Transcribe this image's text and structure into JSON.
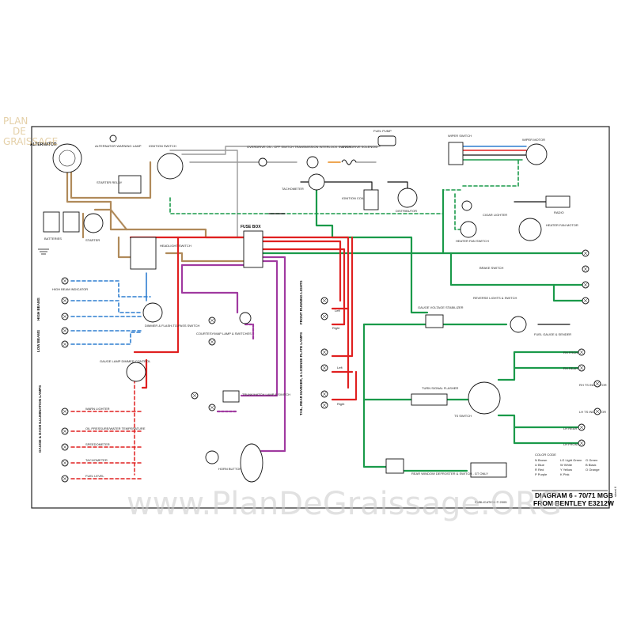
{
  "watermark": {
    "logo_line1": "PLAN",
    "logo_line2": "DE",
    "logo_line3": "GRAISSAGE",
    "center_text": "www.PlanDeGraissage.ORG"
  },
  "title_block": {
    "line1": "DIAGRAM 6 - 70/71 MGB",
    "line2": "FROM BENTLEY E3212W",
    "sheet": "sheet 6",
    "publisher": "PUBLICATION © 2005"
  },
  "components": {
    "alternator": "ALTERNATOR",
    "alt_warning": "ALTERNATOR WARNING LAMP",
    "ignition": "IGNITION SWITCH",
    "starter_relay": "STARTER RELAY",
    "starter": "STARTER",
    "batteries": "BATTERIES",
    "fuel_pump": "FUEL PUMP",
    "overdrive_switch": "OVERDRIVE ON - OFF SWITCH",
    "transmission_switch": "TRANSMISSION INTERLOCK SWITCH",
    "overdrive_solenoid": "OVERDRIVE SOLENOID",
    "tachometer": "TACHOMETER",
    "ignition_coil": "IGNITION COIL",
    "distributor": "DISTRIBUTOR",
    "wiper_switch": "WIPER SWITCH",
    "wiper_motor": "WIPER MOTOR",
    "radio": "RADIO",
    "cigar_lighter": "CIGAR LIGHTER",
    "heater_fan_switch": "HEATER FAN SWITCH",
    "heater_fan_motor": "HEATER FAN MOTOR",
    "fuse_box": "FUSE BOX",
    "headlight_switch": "HEADLIGHT SWITCH",
    "high_beam_indicator": "HIGH BEAM INDICATOR",
    "high_beams": "HIGH BEAMS",
    "low_beams": "LOW BEAMS",
    "dimmer": "DIMMER & FLASH-TO-PASS SWITCH",
    "gauge_dimmer": "GAUGE LAMP DIMMER CONTROL",
    "courtesy": "COURTESY/MAP LAMP & SWITCHES",
    "front_running": "FRONT RUNNING LIGHTS",
    "left": "Left",
    "right": "Right",
    "tail_rear": "TAIL, REAR MARKER, & LICENSE PLATE LAMPS",
    "trunk": "TRUNK/HATCH LAMP & SWITCH",
    "horn_button": "HORN BUTTON",
    "gauge_dash": "GAUGE & DASH ILLUMINATION LAMPS",
    "gauge_stabilizer": "GAUGE VOLTAGE STABILIZER",
    "brake_switch": "BRAKE SWITCH",
    "reverse_lights": "REVERSE LIGHTS & SWITCH",
    "fuel_gauge": "FUEL GAUGE & SENDER",
    "turn_flasher": "TURN SIGNAL FLASHER",
    "ts_switch": "TS SWITCH",
    "rh_front": "RH FRONT",
    "rh_rear": "RH REAR",
    "rh_ts": "RH TS INDICATOR",
    "lh_ts": "LH TS INDICATOR",
    "lh_rear": "LH REAR",
    "lh_front": "LH FRONT",
    "rear_defroster": "REAR WINDOW DEFROSTER & SWITCH - GT ONLY"
  },
  "gauge_lamps": [
    "WARN LIGHTER",
    "OIL PRESSURE/WATER TEMPERATURE",
    "SPEEDOMETER",
    "TACHOMETER",
    "FUEL LEVEL"
  ],
  "color_code": {
    "title": "COLOR CODE",
    "entries": [
      "N Brown",
      "U Blue",
      "R Red",
      "P Purple",
      "LG Light Green",
      "W White",
      "Y Yellow",
      "K Pink",
      "G Green",
      "B Black",
      "O Orange"
    ]
  },
  "wire_colors": {
    "red": "#e02020",
    "green": "#1a9a4a",
    "blue": "#2f7fd0",
    "purple": "#a03aa0",
    "brown": "#b08a5a",
    "black": "#111111",
    "grey": "#9a9a9a",
    "orange": "#e8891a"
  }
}
